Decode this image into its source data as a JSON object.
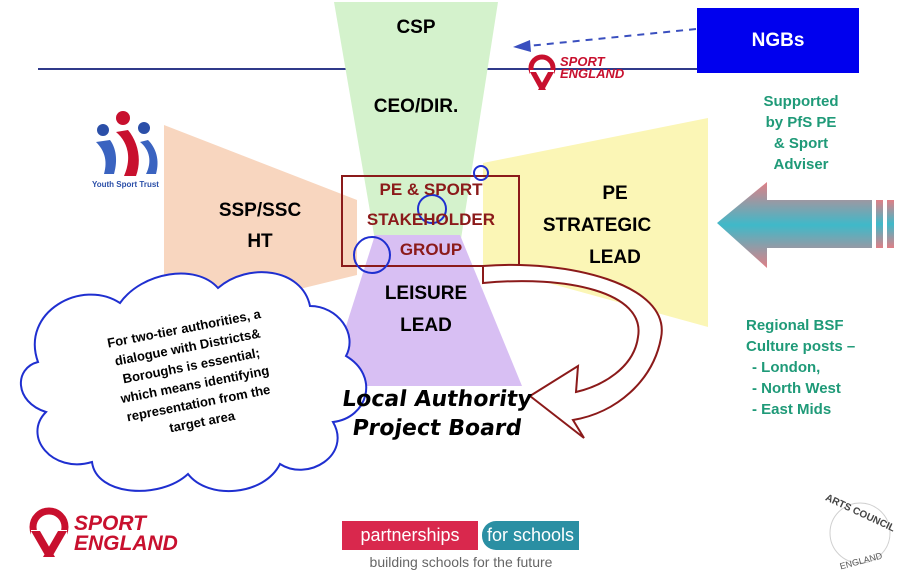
{
  "nodes": {
    "csp": "CSP",
    "ceo": "CEO/DIR.",
    "ssp_line1": "SSP/SSC",
    "ssp_line2": "HT",
    "pe_line1": "PE",
    "pe_line2": "STRATEGIC",
    "pe_line3": "LEAD",
    "leisure_line1": "LEISURE",
    "leisure_line2": "LEAD",
    "stake_line1": "PE & SPORT",
    "stake_line2": "STAKEHOLDER",
    "stake_line3": "GROUP"
  },
  "board": {
    "line1": "Local Authority",
    "line2": "Project Board"
  },
  "ngb": "NGBs",
  "supported": [
    "Supported",
    "by PfS PE",
    "& Sport",
    "Adviser"
  ],
  "regional": [
    "Regional BSF",
    "Culture posts –",
    "-  London,",
    "-  North West",
    "-  East Mids"
  ],
  "cloud": {
    "line1": "For two-tier authorities, a",
    "line2": "dialogue with Districts&",
    "line3": "Boroughs is essential;",
    "line4": "which means identifying",
    "line5": "representation from the",
    "line6": "target area"
  },
  "logos": {
    "sport_england_1": "SPORT",
    "sport_england_2": "ENGLAND",
    "youth_sport": "Youth Sport Trust",
    "pfs_a": "partnerships",
    "pfs_b": "for schools",
    "pfs_tagline": "building schools for the future",
    "arts_council_top": "ARTS COUNCIL",
    "arts_council_bottom": "ENGLAND"
  },
  "colors": {
    "csp_fill": "#d4f2cc",
    "ssp_fill": "#f8d6bf",
    "pe_fill": "#fbf6b6",
    "leisure_fill": "#d8bff3",
    "stakeholder": "#8b1a1a",
    "ngb_box": "#0000ee",
    "green_text": "#1f9a78",
    "brand_red": "#c8102e"
  }
}
